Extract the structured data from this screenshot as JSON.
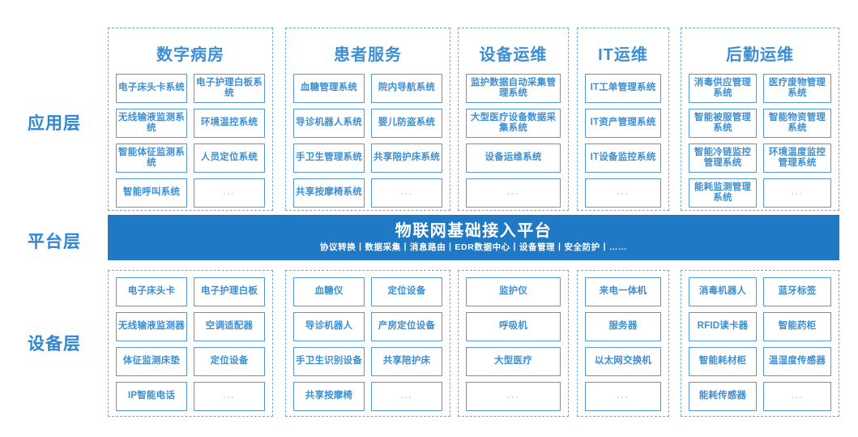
{
  "layers": {
    "application_label": "应用层",
    "platform_label": "平台层",
    "device_label": "设备层"
  },
  "platform": {
    "title": "物联网基础接入平台",
    "subtitle": "协议转换丨数据采集丨消息路由丨EDR数据中心丨设备管理丨安全防护丨……",
    "color": "#1f79c4"
  },
  "accent_color": "#3d8fd4",
  "border_color": "#5599d8",
  "dash_color": "#6aa9e0",
  "columns": [
    {
      "title": "数字病房",
      "app": {
        "layout": "two",
        "items": [
          "电子床头卡系统",
          "电子护理白板系统",
          "无线输液监测系统",
          "环境温控系统",
          "智能体征监测系统",
          "人员定位系统",
          "智能呼叫系统",
          "..."
        ]
      },
      "device": {
        "layout": "two",
        "items": [
          "电子床头卡",
          "电子护理白板",
          "无线输液监测器",
          "空调适配器",
          "体征监测床垫",
          "定位设备",
          "IP智能电话",
          "..."
        ]
      }
    },
    {
      "title": "患者服务",
      "app": {
        "layout": "two",
        "items": [
          "血糖管理系统",
          "院内导航系统",
          "导诊机器人系统",
          "婴儿防盗系统",
          "手卫生管理系统",
          "共享陪护床系统",
          "共享按摩椅系统",
          "..."
        ]
      },
      "device": {
        "layout": "two",
        "items": [
          "血糖仪",
          "定位设备",
          "导诊机器人",
          "产房定位设备",
          "手卫生识别设备",
          "共享陪护床",
          "共享按摩椅",
          "..."
        ]
      }
    },
    {
      "title": "设备运维",
      "app": {
        "layout": "one",
        "items": [
          "监护数据自动采集管理系统",
          "大型医疗设备数据采集系统",
          "设备运维系统",
          "..."
        ]
      },
      "device": {
        "layout": "one",
        "items": [
          "监护仪",
          "呼吸机",
          "大型医疗",
          "..."
        ]
      }
    },
    {
      "title": "IT运维",
      "app": {
        "layout": "one",
        "items": [
          "IT工单管理系统",
          "IT资产管理系统",
          "IT设备监控系统",
          "..."
        ]
      },
      "device": {
        "layout": "one",
        "items": [
          "来电一体机",
          "服务器",
          "以太网交换机",
          "..."
        ]
      }
    },
    {
      "title": "后勤运维",
      "app": {
        "layout": "two",
        "items": [
          "消毒供应管理系统",
          "医疗废物管理系统",
          "智能被服管理系统",
          "智能物资管理系统",
          "智能冷链监控管理系统",
          "环境温度监控管理系统",
          "能耗监测管理系统",
          "..."
        ]
      },
      "device": {
        "layout": "two",
        "items": [
          "消毒机器人",
          "蓝牙标签",
          "RFID读卡器",
          "智能药柜",
          "智能耗材柜",
          "温湿度传感器",
          "能耗传感器",
          "..."
        ]
      }
    }
  ]
}
